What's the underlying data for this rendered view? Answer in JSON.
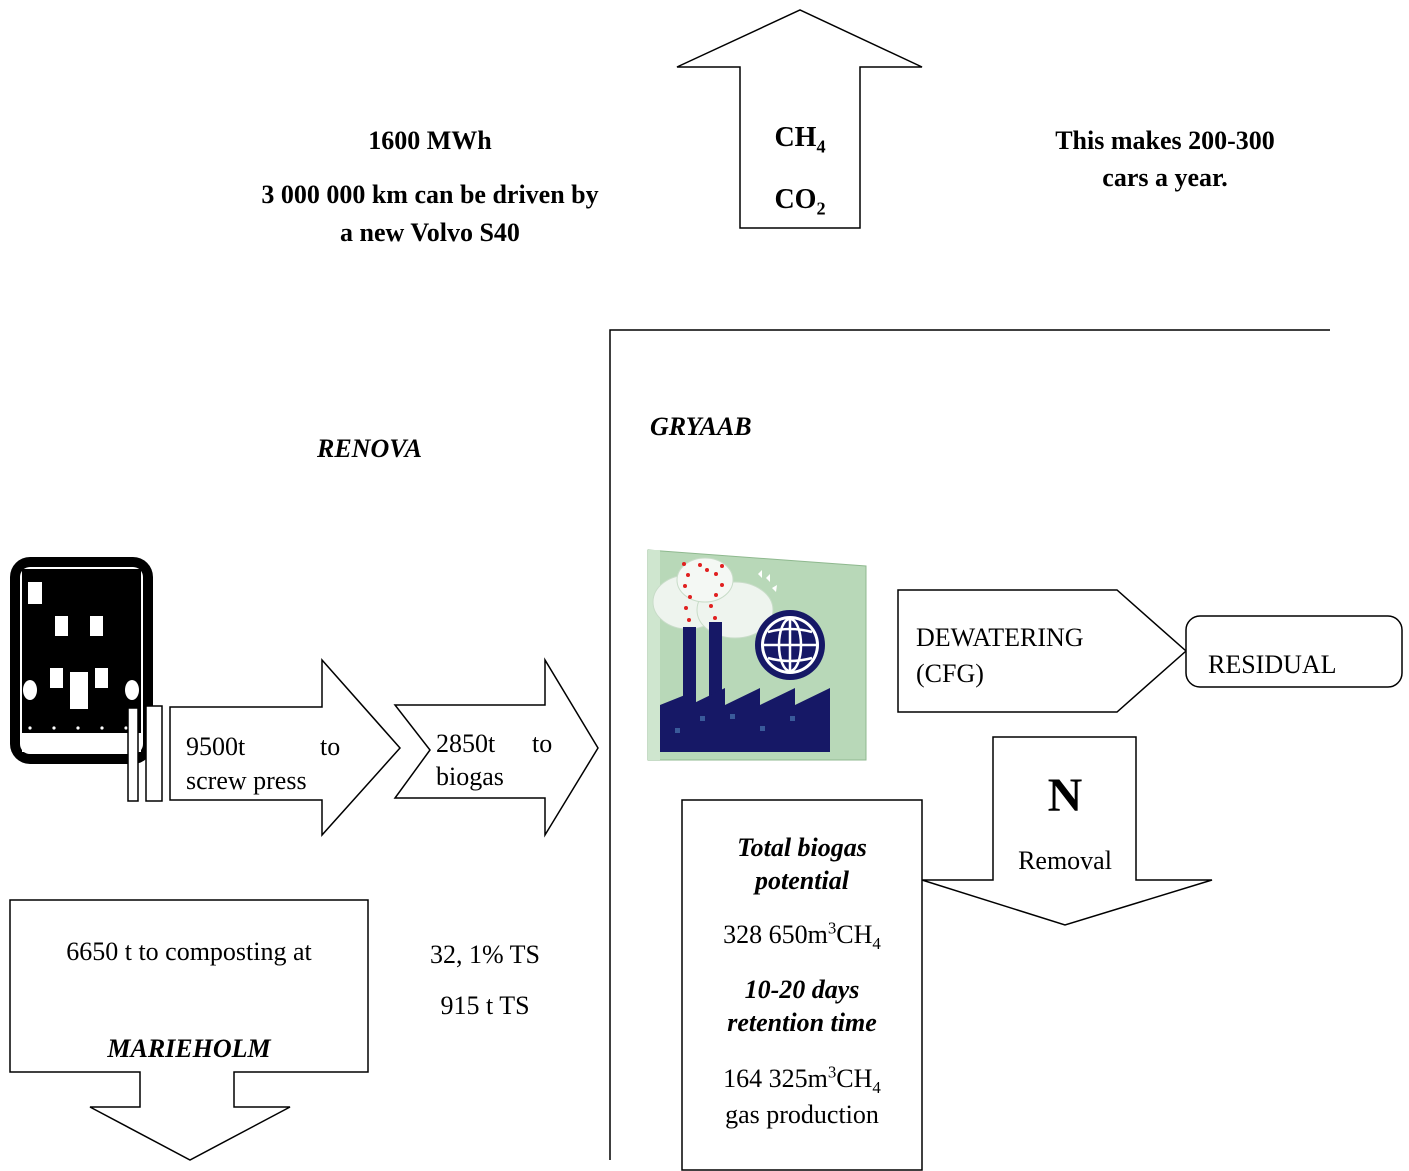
{
  "energy": {
    "mwh": "1600 MWh",
    "distance_line1": "3 000 000 km can be driven by",
    "distance_line2": "a new Volvo S40"
  },
  "gas_arrow": {
    "ch_base": "CH",
    "ch_sub": "4",
    "co_base": "CO",
    "co_sub": "2"
  },
  "cars": {
    "line1": "This makes 200-300",
    "line2": "cars a year."
  },
  "renova_label": "RENOVA",
  "gryaab_label": "GRYAAB",
  "screw_press": {
    "amount": "9500t",
    "to": "to",
    "dest": "screw press"
  },
  "biogas_arrow": {
    "amount": "2850t",
    "to": "to",
    "dest": "biogas"
  },
  "dewatering": {
    "line1": "DEWATERING",
    "line2": "(CFG)"
  },
  "residual": "RESIDUAL",
  "n_removal": {
    "letter": "N",
    "label": "Removal"
  },
  "potential_box": {
    "title_line1": "Total biogas",
    "title_line2": "potential",
    "value1_num": "328 650m",
    "value1_sup": "3",
    "value1_unit": "CH",
    "value1_sub": "4",
    "retention_line1": "10-20 days",
    "retention_line2": "retention time",
    "value2_num": "164 325m",
    "value2_sup": "3",
    "value2_unit": "CH",
    "value2_sub": "4",
    "value2_label": "gas production"
  },
  "composting": {
    "line1": "6650 t to composting at",
    "place": "MARIEHOLM"
  },
  "ts_info": {
    "line1": "32, 1% TS",
    "line2": "915 t TS"
  }
}
